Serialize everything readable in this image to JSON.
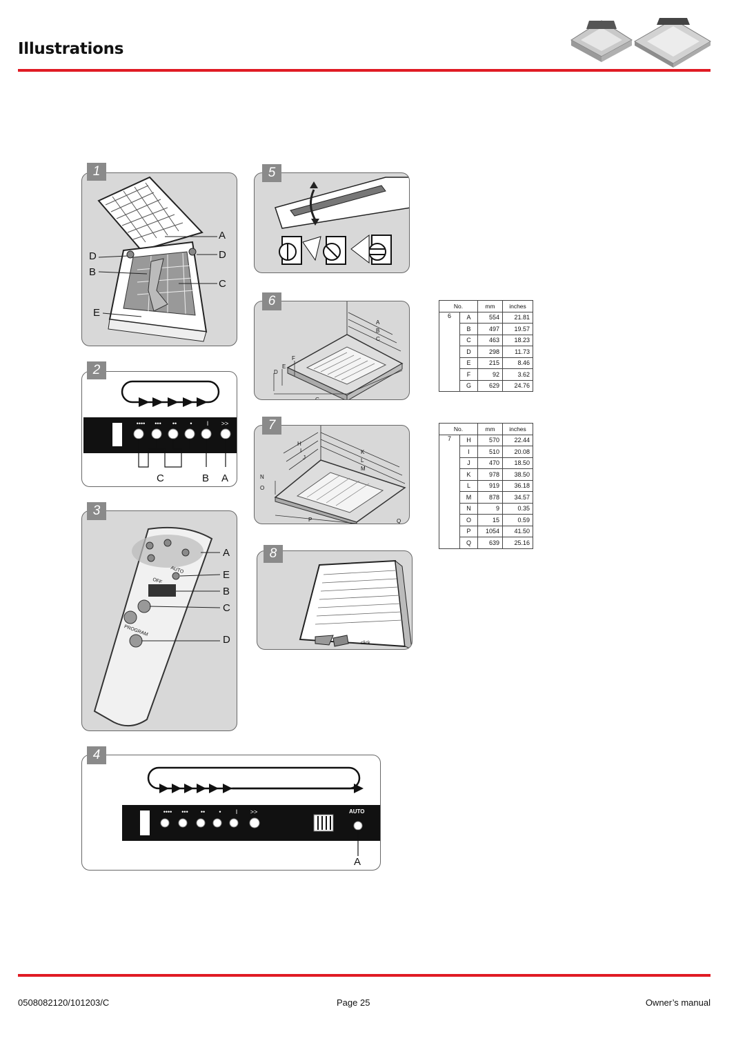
{
  "header": {
    "title": "Illustrations"
  },
  "figures": [
    {
      "id": "1",
      "labels": [
        "A",
        "D",
        "D",
        "B",
        "C",
        "E"
      ]
    },
    {
      "id": "2",
      "labels": [
        "C",
        "B",
        "A"
      ],
      "speed_marks": [
        "••••",
        "•••",
        "••",
        "•",
        "I",
        ">>"
      ]
    },
    {
      "id": "3",
      "labels": [
        "A",
        "E",
        "B",
        "C",
        "D"
      ],
      "remote_texts": [
        "AUTO",
        "OFF",
        "PROGRAM"
      ]
    },
    {
      "id": "4",
      "labels": [
        "A"
      ],
      "speed_marks": [
        "••••",
        "•••",
        "••",
        "•",
        "I",
        ">>"
      ],
      "auto_label": "AUTO"
    },
    {
      "id": "5"
    },
    {
      "id": "6",
      "labels": [
        "A",
        "B",
        "C",
        "D",
        "E",
        "F",
        "G"
      ]
    },
    {
      "id": "7",
      "labels": [
        "H",
        "I",
        "J",
        "K",
        "L",
        "M",
        "N",
        "O",
        "P",
        "Q"
      ]
    },
    {
      "id": "8",
      "click_text": "click"
    }
  ],
  "table6": {
    "headers": [
      "No.",
      "",
      "mm",
      "inches"
    ],
    "no": "6",
    "rows": [
      [
        "A",
        "554",
        "21.81"
      ],
      [
        "B",
        "497",
        "19.57"
      ],
      [
        "C",
        "463",
        "18.23"
      ],
      [
        "D",
        "298",
        "11.73"
      ],
      [
        "E",
        "215",
        "8.46"
      ],
      [
        "F",
        "92",
        "3.62"
      ],
      [
        "G",
        "629",
        "24.76"
      ]
    ]
  },
  "table7": {
    "headers": [
      "No.",
      "",
      "mm",
      "inches"
    ],
    "no": "7",
    "rows": [
      [
        "H",
        "570",
        "22.44"
      ],
      [
        "I",
        "510",
        "20.08"
      ],
      [
        "J",
        "470",
        "18.50"
      ],
      [
        "K",
        "978",
        "38.50"
      ],
      [
        "L",
        "919",
        "36.18"
      ],
      [
        "M",
        "878",
        "34.57"
      ],
      [
        "N",
        "9",
        "0.35"
      ],
      [
        "O",
        "15",
        "0.59"
      ],
      [
        "P",
        "1054",
        "41.50"
      ],
      [
        "Q",
        "639",
        "25.16"
      ]
    ]
  },
  "footer": {
    "doc_number": "0508082120/101203/C",
    "page": "Page 25",
    "manual": "Owner’s manual"
  },
  "colors": {
    "accent_red": "#e01b24",
    "panel_gray": "#d8d8d8",
    "tab_gray": "#8a8a8a"
  }
}
